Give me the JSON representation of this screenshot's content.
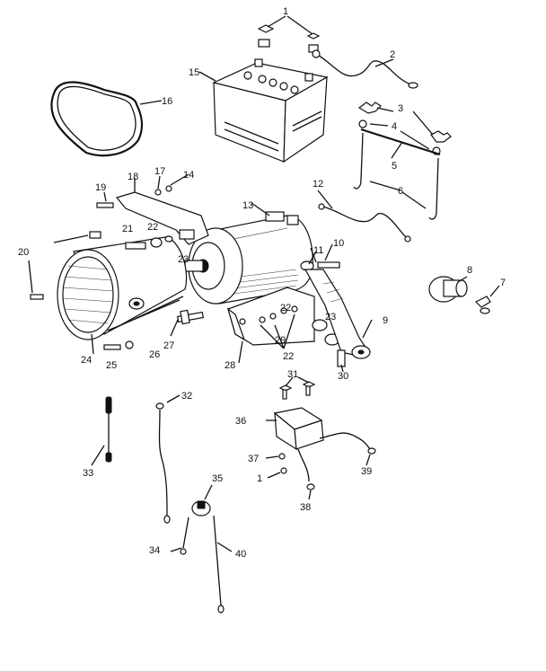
{
  "callouts": [
    "1",
    "2",
    "3",
    "4",
    "5",
    "6",
    "7",
    "8",
    "9",
    "10",
    "11",
    "12",
    "13",
    "14",
    "15",
    "16",
    "17",
    "18",
    "19",
    "20",
    "21",
    "22",
    "22",
    "22",
    "23",
    "23",
    "24",
    "25",
    "26",
    "27",
    "28",
    "29",
    "30",
    "31",
    "32",
    "33",
    "34",
    "35",
    "36",
    "37",
    "1",
    "38",
    "39",
    "40"
  ]
}
